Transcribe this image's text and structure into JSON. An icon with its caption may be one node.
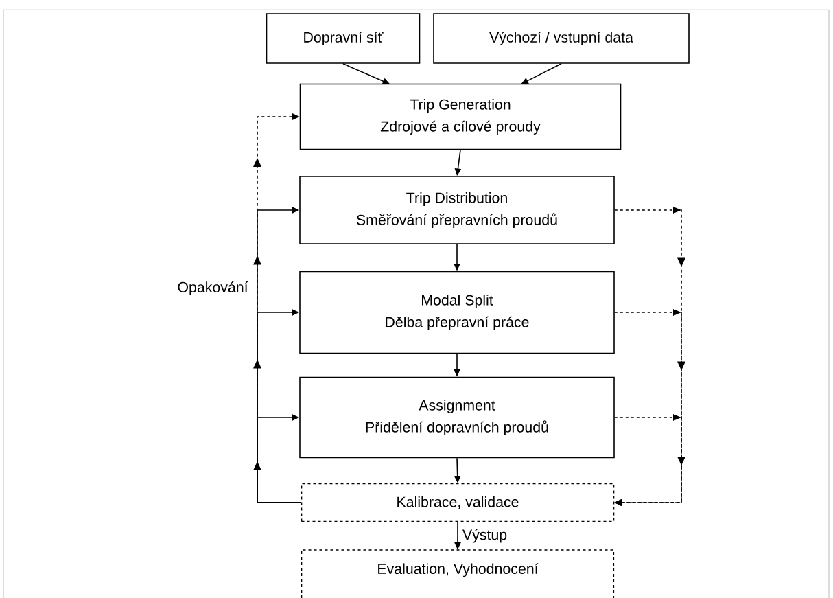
{
  "diagram": {
    "nodes": [
      {
        "text": [
          "Dopravní síť"
        ]
      },
      {
        "text": [
          "Výchozí / vstupní data"
        ]
      },
      {
        "text": [
          "Trip Generation",
          "Zdrojové a cílové proudy"
        ]
      },
      {
        "text": [
          "Trip Distribution",
          "Směřování přepravních proudů"
        ]
      },
      {
        "text": [
          "Modal Split",
          "Dělba přepravní práce"
        ]
      },
      {
        "text": [
          "Assignment",
          "Přidělení dopravních proudů"
        ]
      },
      {
        "text": [
          "Kalibrace, validace"
        ]
      },
      {
        "text": [
          "Evaluation, Vyhodnocení"
        ]
      }
    ],
    "edges": [
      {
        "from": 0,
        "to": 2,
        "arrow": "to"
      },
      {
        "from": 1,
        "to": 2,
        "arrow": "to"
      },
      {
        "from": 2,
        "to": 3,
        "arrow": "to"
      },
      {
        "from": 3,
        "to": 4,
        "arrow": "to"
      },
      {
        "from": 4,
        "to": 5,
        "arrow": "to"
      },
      {
        "from": 5,
        "to": 6,
        "arrow": "to"
      },
      {
        "from": 6,
        "to": 7,
        "arrow": "to",
        "label": "Výstup"
      },
      {
        "from": 6,
        "to": 2,
        "arrow": "to",
        "style": "dashed"
      },
      {
        "from": 6,
        "to": 3,
        "arrow": "to"
      },
      {
        "from": 6,
        "to": 4,
        "arrow": "to"
      },
      {
        "from": 6,
        "to": 5,
        "arrow": "to"
      },
      {
        "from": 3,
        "to": 6,
        "arrow": "to",
        "style": "dashed"
      },
      {
        "from": 4,
        "to": 6,
        "arrow": "to",
        "style": "dashed"
      },
      {
        "from": 5,
        "to": 6,
        "arrow": "to",
        "style": "dashed"
      }
    ],
    "labels": [
      "Opakování"
    ]
  }
}
